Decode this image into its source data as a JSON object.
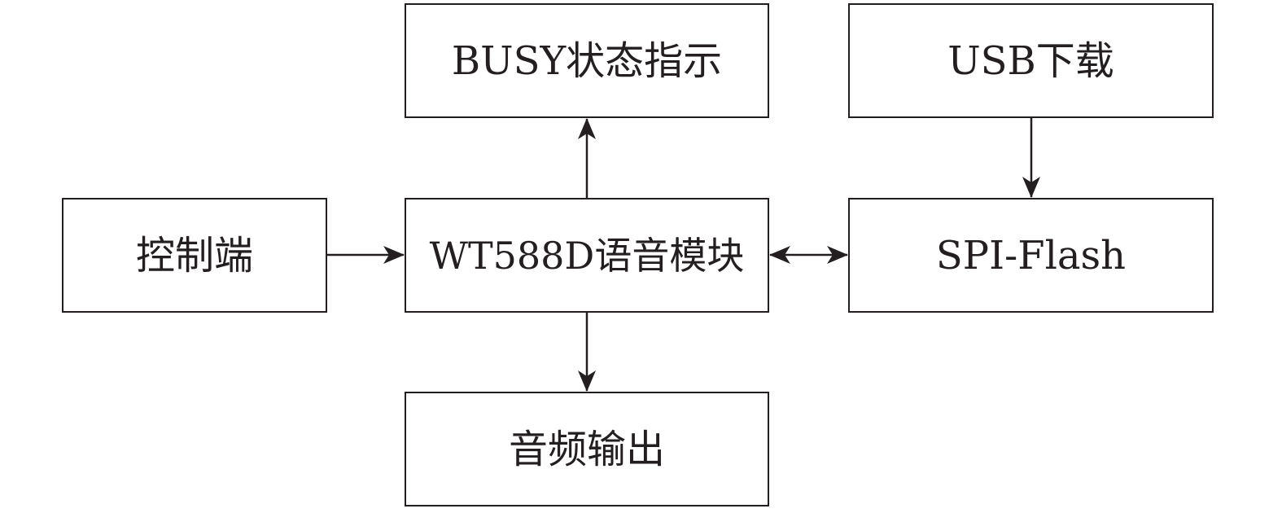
{
  "nodes": {
    "busy": "BUSY状态指示",
    "usb": "USB下载",
    "control": "控制端",
    "module": "WT588D语音模块",
    "flash": "SPI-Flash",
    "audio": "音频输出"
  },
  "edges": [
    {
      "from": "control",
      "to": "module",
      "direction": "forward"
    },
    {
      "from": "module",
      "to": "busy",
      "direction": "forward"
    },
    {
      "from": "module",
      "to": "audio",
      "direction": "forward"
    },
    {
      "from": "usb",
      "to": "flash",
      "direction": "forward"
    },
    {
      "from": "module",
      "to": "flash",
      "direction": "both"
    }
  ],
  "colors": {
    "line": "#231f20",
    "background": "#ffffff"
  }
}
